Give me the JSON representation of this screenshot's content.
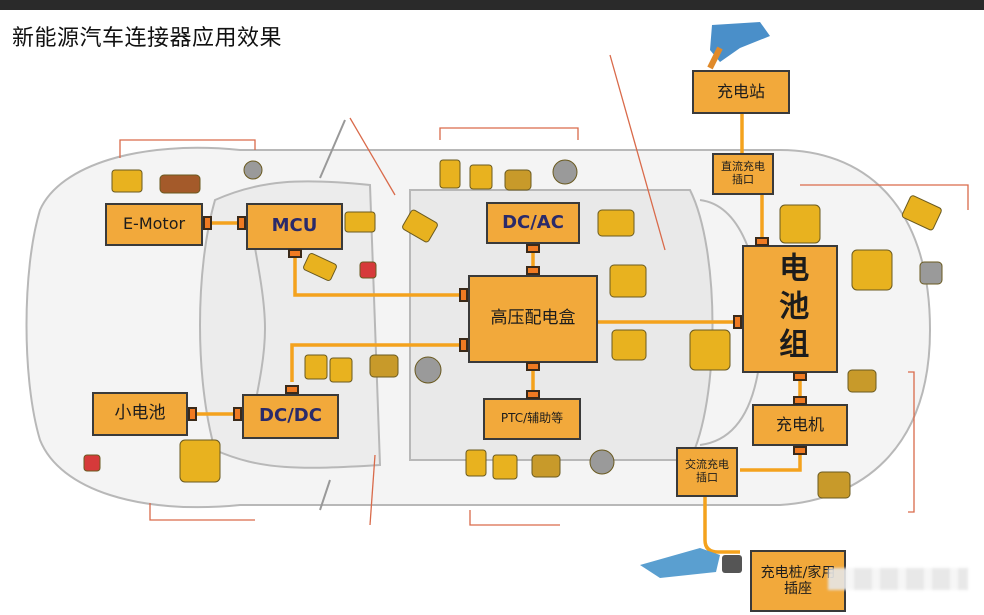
{
  "title": "新能源汽车连接器应用效果",
  "boxes": {
    "e_motor": "E-Motor",
    "mcu": "MCU",
    "dc_ac": "DC/AC",
    "hv_box": "高压配电盒",
    "battery": "电池组",
    "small_battery": "小电池",
    "dc_dc": "DC/DC",
    "ptc": "PTC/辅助等",
    "charger": "充电机",
    "charging_station": "充电站",
    "dc_port": "直流充电插口",
    "ac_port": "交流充电插口",
    "home_socket": "充电桩/家用插座"
  },
  "colors": {
    "box_fill": "#f2a93b",
    "line": "#f4a21d",
    "port": "#f07a22",
    "connector": "#e8b21f"
  },
  "icons": [
    "connector-icon",
    "dc-charging-gun-icon",
    "ac-charging-plug-icon"
  ]
}
